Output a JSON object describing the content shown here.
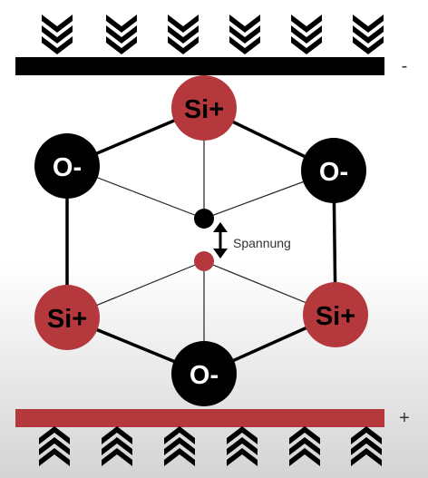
{
  "colors": {
    "negative": "#000000",
    "positive": "#b5393c",
    "text_on_atom": "#ffffff"
  },
  "plates": {
    "top_sign": "-",
    "bottom_sign": "+"
  },
  "atoms": {
    "si_top": "Si+",
    "o_upper_left": "O-",
    "o_upper_right": "O-",
    "si_lower_left": "Si+",
    "si_lower_right": "Si+",
    "o_bottom": "O-"
  },
  "center": {
    "label": "Spannung"
  },
  "icons": {
    "pressure_down": "chevron-down-icon",
    "pressure_up": "chevron-up-icon",
    "displacement": "double-arrow-icon"
  }
}
